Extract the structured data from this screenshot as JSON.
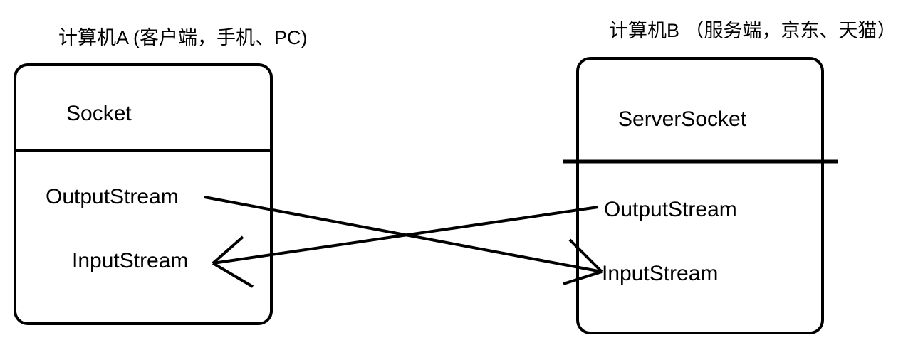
{
  "diagram": {
    "type": "socket-communication-diagram",
    "background_color": "#ffffff",
    "stroke_color": "#000000",
    "left_node": {
      "title": "计算机A (客户端，手机、PC)",
      "header_label": "Socket",
      "member_labels": [
        "OutputStream",
        "InputStream"
      ]
    },
    "right_node": {
      "title": "计算机B （服务端，京东、天猫）",
      "header_label": "ServerSocket",
      "member_labels": [
        "OutputStream",
        "InputStream"
      ]
    },
    "connections": [
      {
        "from": "left.OutputStream",
        "to": "right.InputStream",
        "arrow_at": "to",
        "icon": "arrow-right-icon"
      },
      {
        "from": "right.OutputStream",
        "to": "left.InputStream",
        "arrow_at": "to",
        "icon": "arrow-left-icon"
      }
    ]
  }
}
